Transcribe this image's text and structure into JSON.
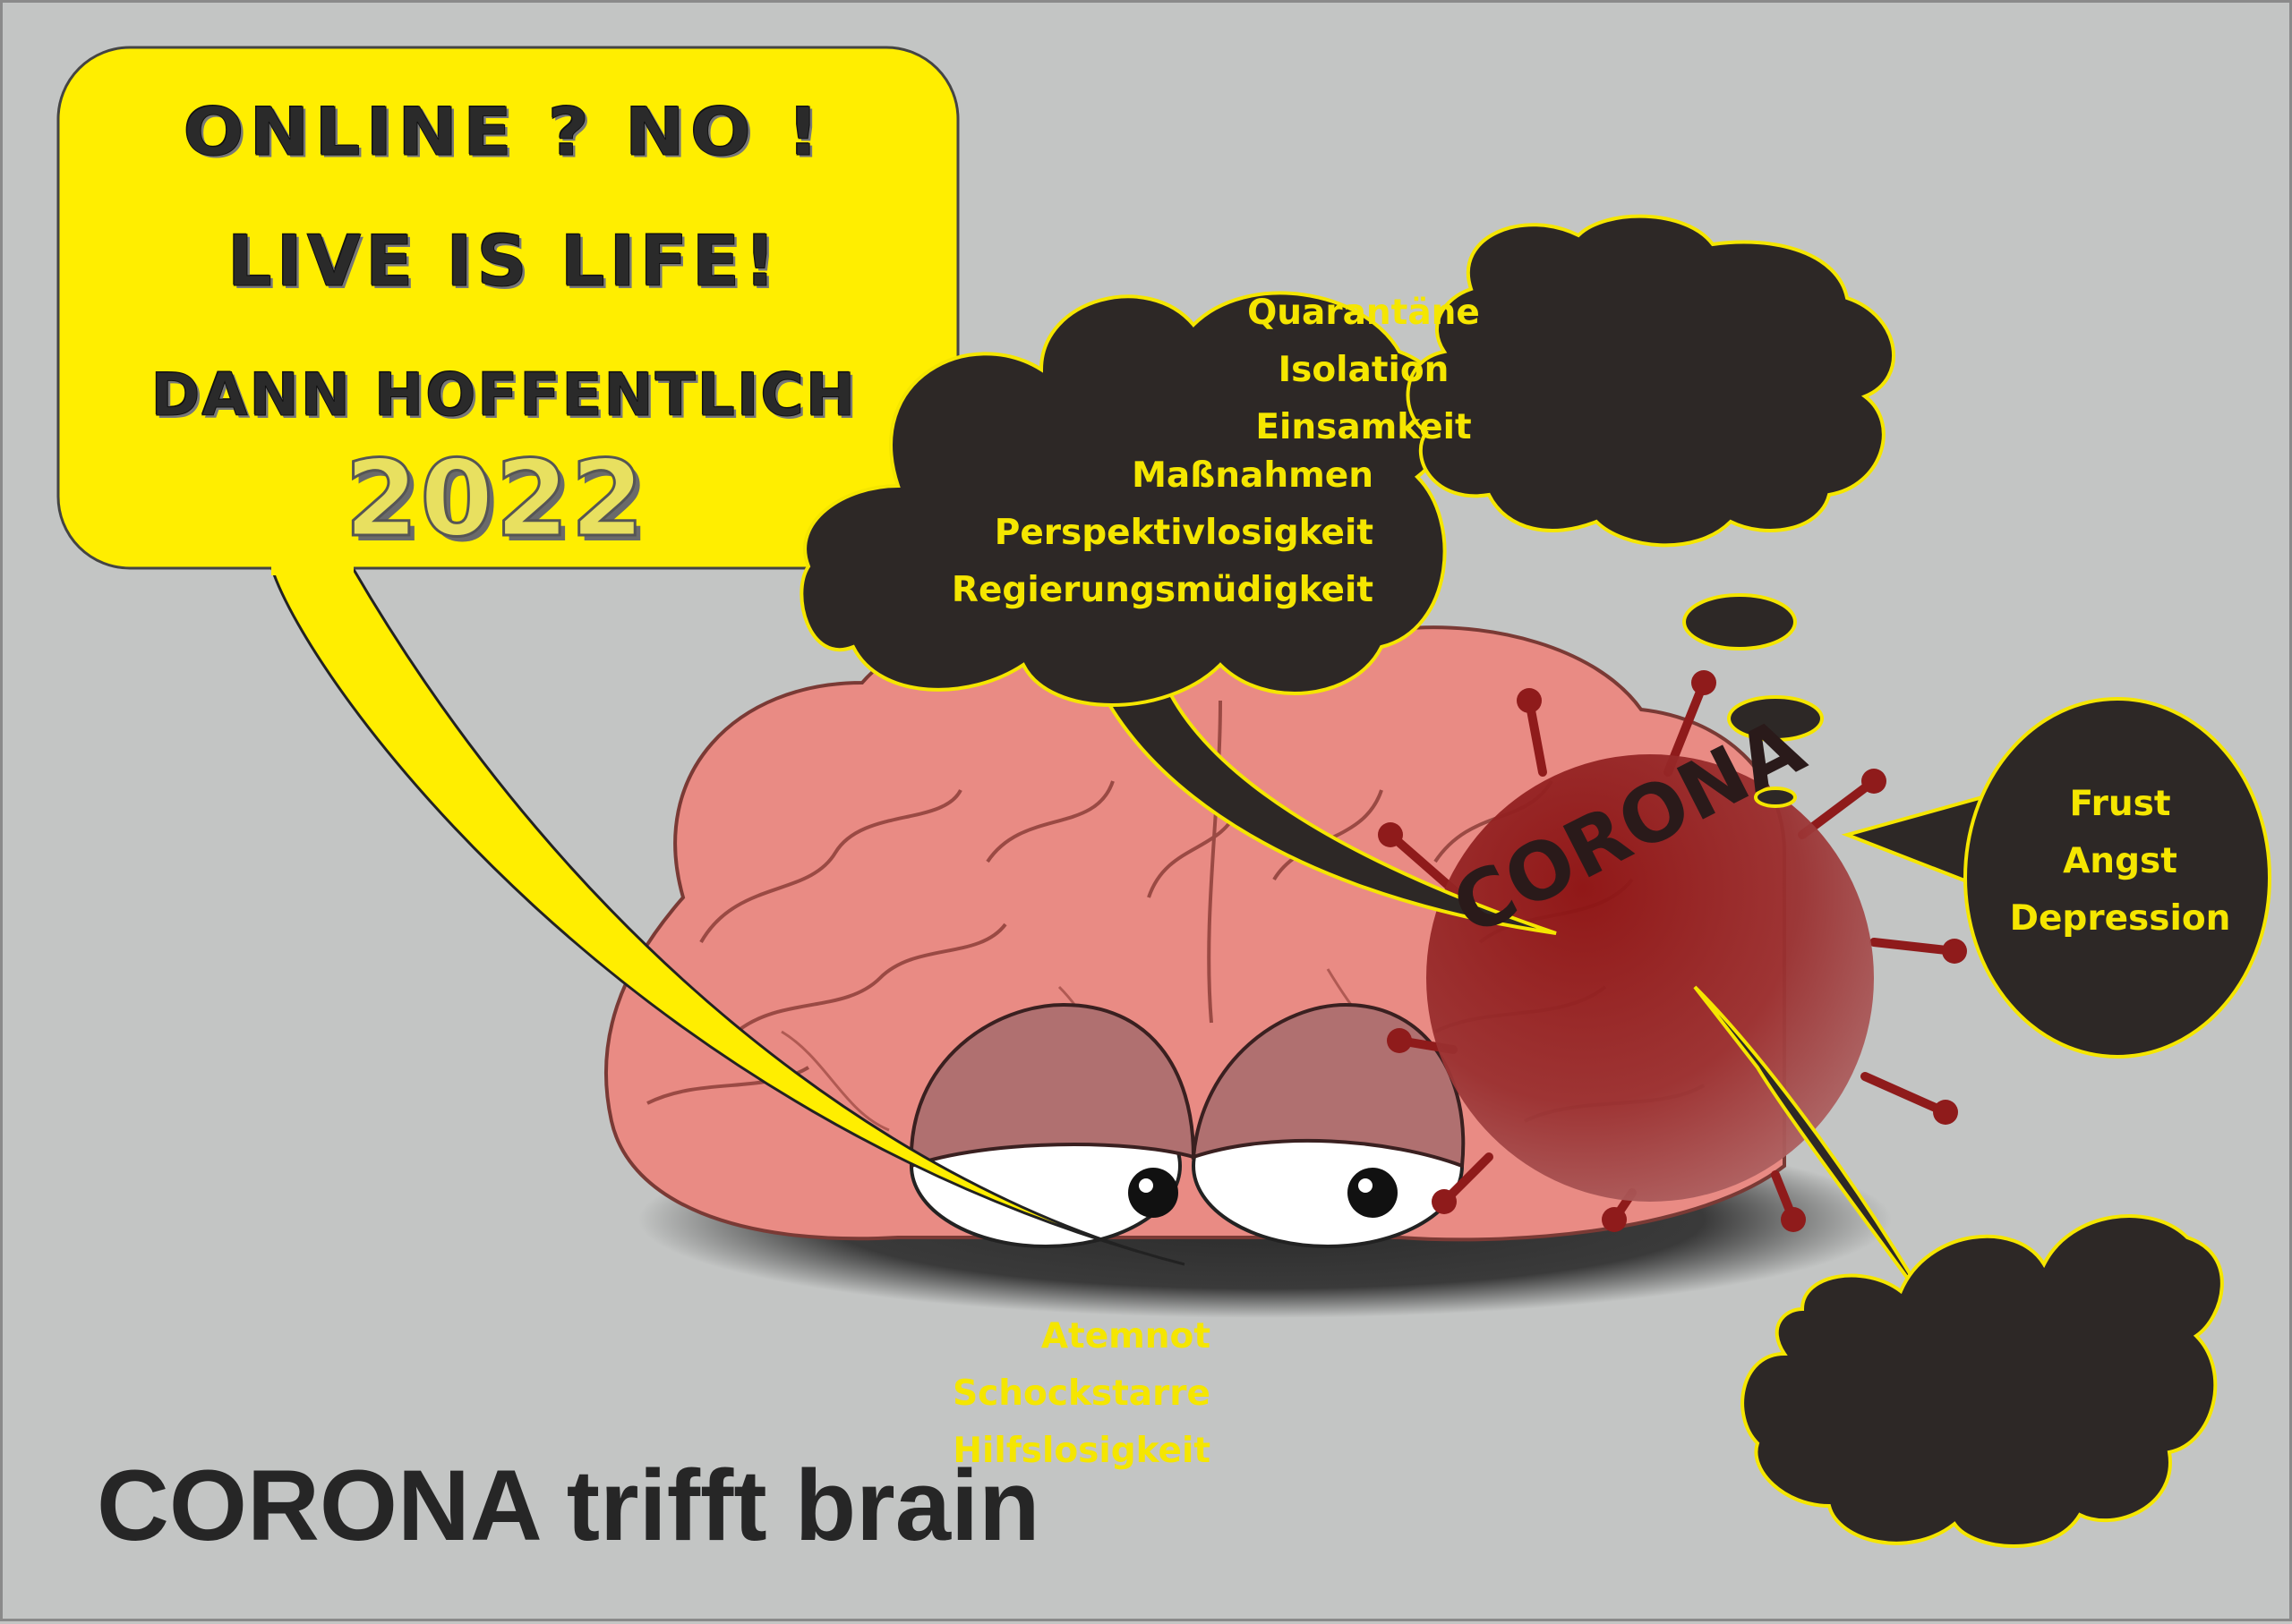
{
  "colors": {
    "background": "#c3c5c4",
    "speech_bubble": "#ffee00",
    "thought_cloud": "#2d2826",
    "thought_text": "#f5e600",
    "brain": "#e98b84",
    "virus": "#8f1b1b",
    "caption": "#262626"
  },
  "speech_bubble": {
    "line1": "ONLINE ?  NO !",
    "line2": "LIVE IS LIFE!",
    "line3": "DANN HOFFENTLICH",
    "year": "2022"
  },
  "thoughts": {
    "left": [
      "Maßnahmen",
      "Perspektivlosigkeit",
      "Regierungsmüdigkeit"
    ],
    "top": [
      "Quarantäne",
      "Isolation",
      "Einsamkeit"
    ],
    "right": [
      "Frust",
      "Angst",
      "Depression"
    ],
    "bottom": [
      "Atemnot",
      "Schockstarre",
      "Hilfslosigkeit"
    ]
  },
  "virus": {
    "label": "CORONA"
  },
  "caption": "CORONA trifft brain"
}
